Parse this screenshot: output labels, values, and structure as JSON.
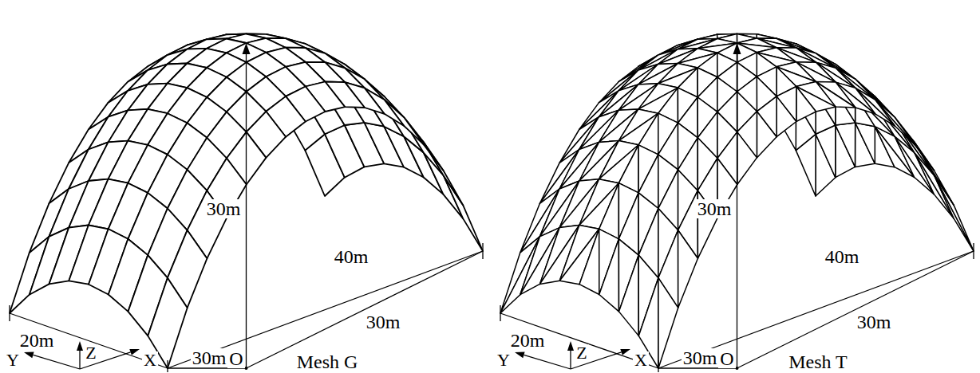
{
  "diagram": {
    "labels": [
      "30m",
      "40m",
      "30m",
      "20m",
      "Mesh G",
      "Z",
      "Y",
      "X",
      "30m",
      "O",
      "30m",
      "40m",
      "30m",
      "20m",
      "Mesh T",
      "Z",
      "Y",
      "X",
      "30m",
      "O"
    ]
  }
}
